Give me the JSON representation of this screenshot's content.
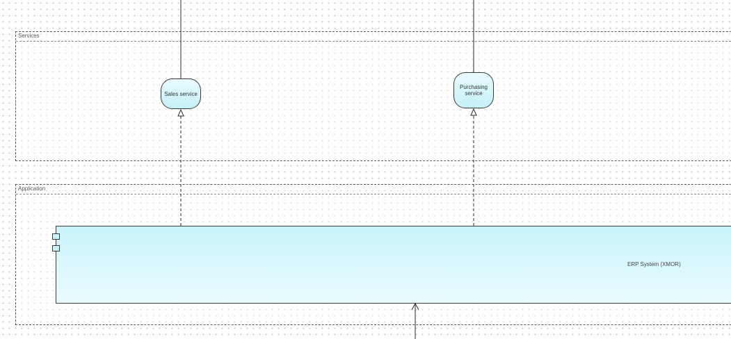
{
  "groups": {
    "services": {
      "label": "Services"
    },
    "application": {
      "label": "Application"
    }
  },
  "nodes": {
    "sales_service": {
      "label": "Sales service"
    },
    "purchasing_service": {
      "label": "Purchasing service"
    },
    "erp_system": {
      "label": "ERP System (XMOR)"
    }
  },
  "colors": {
    "node_fill": "#c4f1f8",
    "line": "#2a2a2a",
    "group_border": "#5a5a5a"
  }
}
